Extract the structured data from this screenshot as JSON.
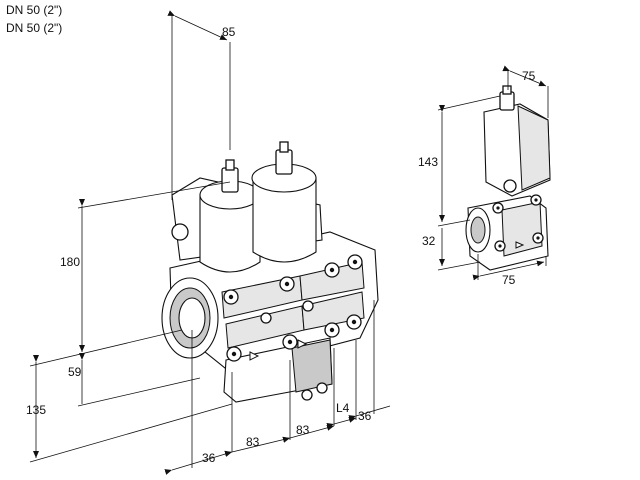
{
  "header": {
    "line1": "DN 50 (2\")",
    "line2": "DN 50 (2\")"
  },
  "main_view": {
    "dims": {
      "top_width": "85",
      "height": "180",
      "flange_height": "59",
      "total_height": "135",
      "front_offset": "36",
      "module_1": "83",
      "module_2": "83",
      "l4": "L4",
      "rear_offset": "36"
    }
  },
  "side_view": {
    "dims": {
      "top_depth": "75",
      "coil_height": "143",
      "flange_height": "32",
      "bottom_depth": "75"
    }
  }
}
